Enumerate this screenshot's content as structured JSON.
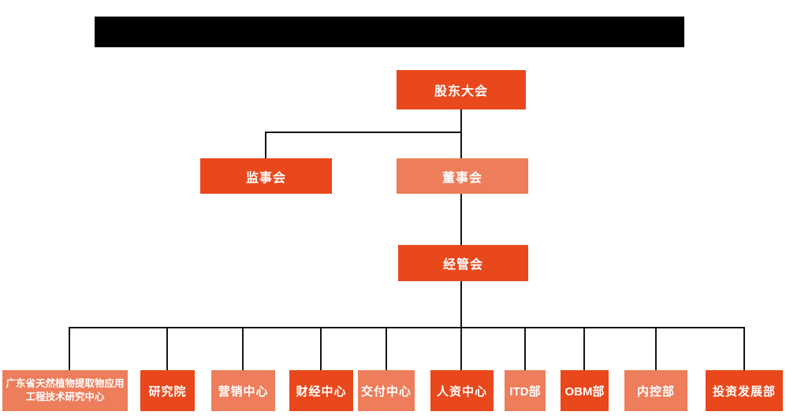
{
  "header": {
    "redacted": true
  },
  "palette": {
    "dark_orange": "#E8481C",
    "light_orange": "#ED7D5B",
    "line": "#151515",
    "text": "#ffffff",
    "background": "#ffffff",
    "redaction": "#000000"
  },
  "org_chart": {
    "type": "organization-tree",
    "nodes": [
      {
        "id": "shareholders-meeting",
        "label": "股东大会",
        "variant": "dark",
        "level": 1
      },
      {
        "id": "supervisory-board",
        "label": "监事会",
        "variant": "dark",
        "level": 2
      },
      {
        "id": "board-of-directors",
        "label": "董事会",
        "variant": "light",
        "level": 2
      },
      {
        "id": "management-committee",
        "label": "经管会",
        "variant": "dark",
        "level": 3
      },
      {
        "id": "research-center",
        "label": "广东省天然植物提取物应用工程技术研究中心",
        "variant": "light",
        "level": 4
      },
      {
        "id": "research-institute",
        "label": "研究院",
        "variant": "dark",
        "level": 4
      },
      {
        "id": "marketing-center",
        "label": "营销中心",
        "variant": "light",
        "level": 4
      },
      {
        "id": "finance-center",
        "label": "财经中心",
        "variant": "dark",
        "level": 4
      },
      {
        "id": "delivery-center",
        "label": "交付中心",
        "variant": "light",
        "level": 4
      },
      {
        "id": "hr-center",
        "label": "人资中心",
        "variant": "dark",
        "level": 4
      },
      {
        "id": "itd-department",
        "label": "ITD部",
        "variant": "light",
        "level": 4
      },
      {
        "id": "obm-department",
        "label": "OBM部",
        "variant": "dark",
        "level": 4
      },
      {
        "id": "internal-control-dept",
        "label": "内控部",
        "variant": "light",
        "level": 4
      },
      {
        "id": "investment-development-dept",
        "label": "投资发展部",
        "variant": "dark",
        "level": 4
      }
    ],
    "edges": [
      {
        "from": "shareholders-meeting",
        "to": "supervisory-board"
      },
      {
        "from": "shareholders-meeting",
        "to": "board-of-directors"
      },
      {
        "from": "board-of-directors",
        "to": "management-committee"
      },
      {
        "from": "management-committee",
        "to": "research-center"
      },
      {
        "from": "management-committee",
        "to": "research-institute"
      },
      {
        "from": "management-committee",
        "to": "marketing-center"
      },
      {
        "from": "management-committee",
        "to": "finance-center"
      },
      {
        "from": "management-committee",
        "to": "delivery-center"
      },
      {
        "from": "management-committee",
        "to": "hr-center"
      },
      {
        "from": "management-committee",
        "to": "itd-department"
      },
      {
        "from": "management-committee",
        "to": "obm-department"
      },
      {
        "from": "management-committee",
        "to": "internal-control-dept"
      },
      {
        "from": "management-committee",
        "to": "investment-development-dept"
      }
    ]
  }
}
